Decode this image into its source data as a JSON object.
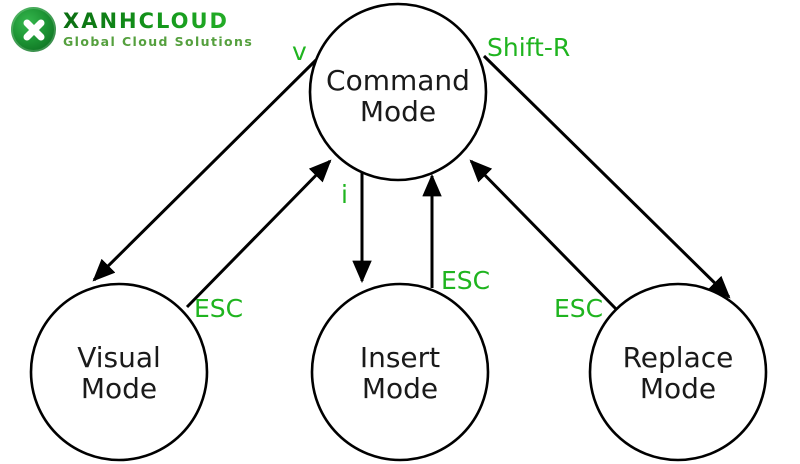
{
  "logo": {
    "brand": "XANHCLOUD",
    "tagline": "Global Cloud Solutions",
    "icon": "x-badge-icon",
    "colors": {
      "brand_gradient_dark": "#0b6e12",
      "brand_gradient_light": "#29b42c",
      "tagline": "#55a03e",
      "badge_green": "#1d9434"
    }
  },
  "diagram": {
    "kind": "state-transition-diagram",
    "colors": {
      "line": "#000000",
      "edge_label": "#1fb41f",
      "node_fill": "#ffffff",
      "node_text": "#1a1a1a"
    },
    "nodes": [
      {
        "id": "command",
        "line1": "Command",
        "line2": "Mode"
      },
      {
        "id": "visual",
        "line1": "Visual",
        "line2": "Mode"
      },
      {
        "id": "insert",
        "line1": "Insert",
        "line2": "Mode"
      },
      {
        "id": "replace",
        "line1": "Replace",
        "line2": "Mode"
      }
    ],
    "edges": [
      {
        "label": "v",
        "from": "command",
        "to": "visual"
      },
      {
        "label": "ESC",
        "from": "visual",
        "to": "command"
      },
      {
        "label": "i",
        "from": "command",
        "to": "insert"
      },
      {
        "label": "ESC",
        "from": "insert",
        "to": "command"
      },
      {
        "label": "Shift-R",
        "from": "command",
        "to": "replace"
      },
      {
        "label": "ESC",
        "from": "replace",
        "to": "command"
      }
    ]
  }
}
